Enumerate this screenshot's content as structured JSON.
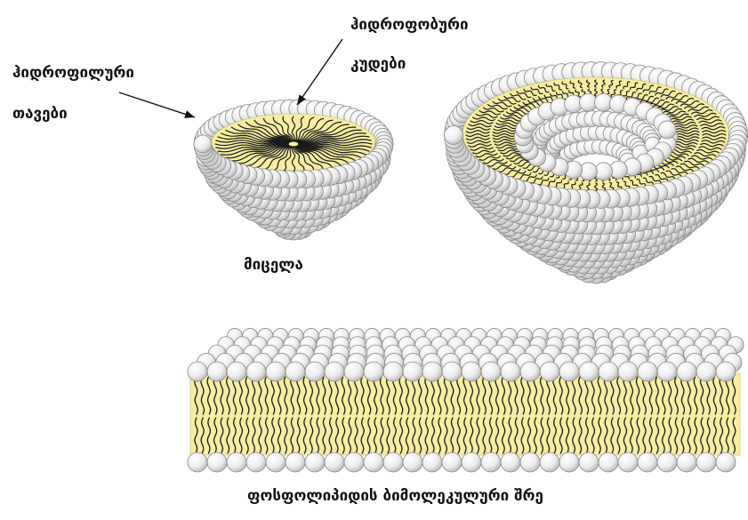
{
  "labels": {
    "hydrophilic_line1": "ჰიდროფილური",
    "hydrophilic_line2": "თავები",
    "hydrophobic_line1": "ჰიდროფობური",
    "hydrophobic_line2": "კუდები",
    "micelle": "მიცელა",
    "bilayer": "ფოსფოლიპიდის ბიმოლეკულური შრე"
  },
  "colors": {
    "head_fill": "#f2f2f2",
    "head_stroke": "#8a8a8a",
    "tail_fill": "#f7eea3",
    "tail_line": "#1a1a1a",
    "arrow": "#111111",
    "text": "#111111"
  }
}
